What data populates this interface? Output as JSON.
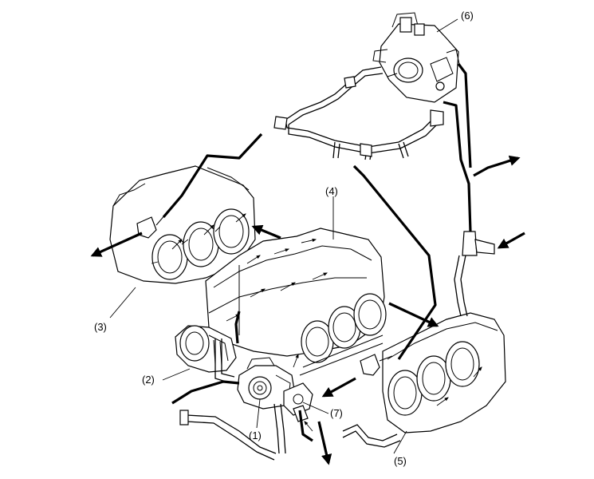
{
  "labels": {
    "part1": "(1)",
    "part2": "(2)",
    "part3": "(3)",
    "part4": "(4)",
    "part5": "(5)",
    "part6": "(6)",
    "part7": "(7)"
  },
  "colors": {
    "line": "#000000",
    "background": "#ffffff"
  }
}
